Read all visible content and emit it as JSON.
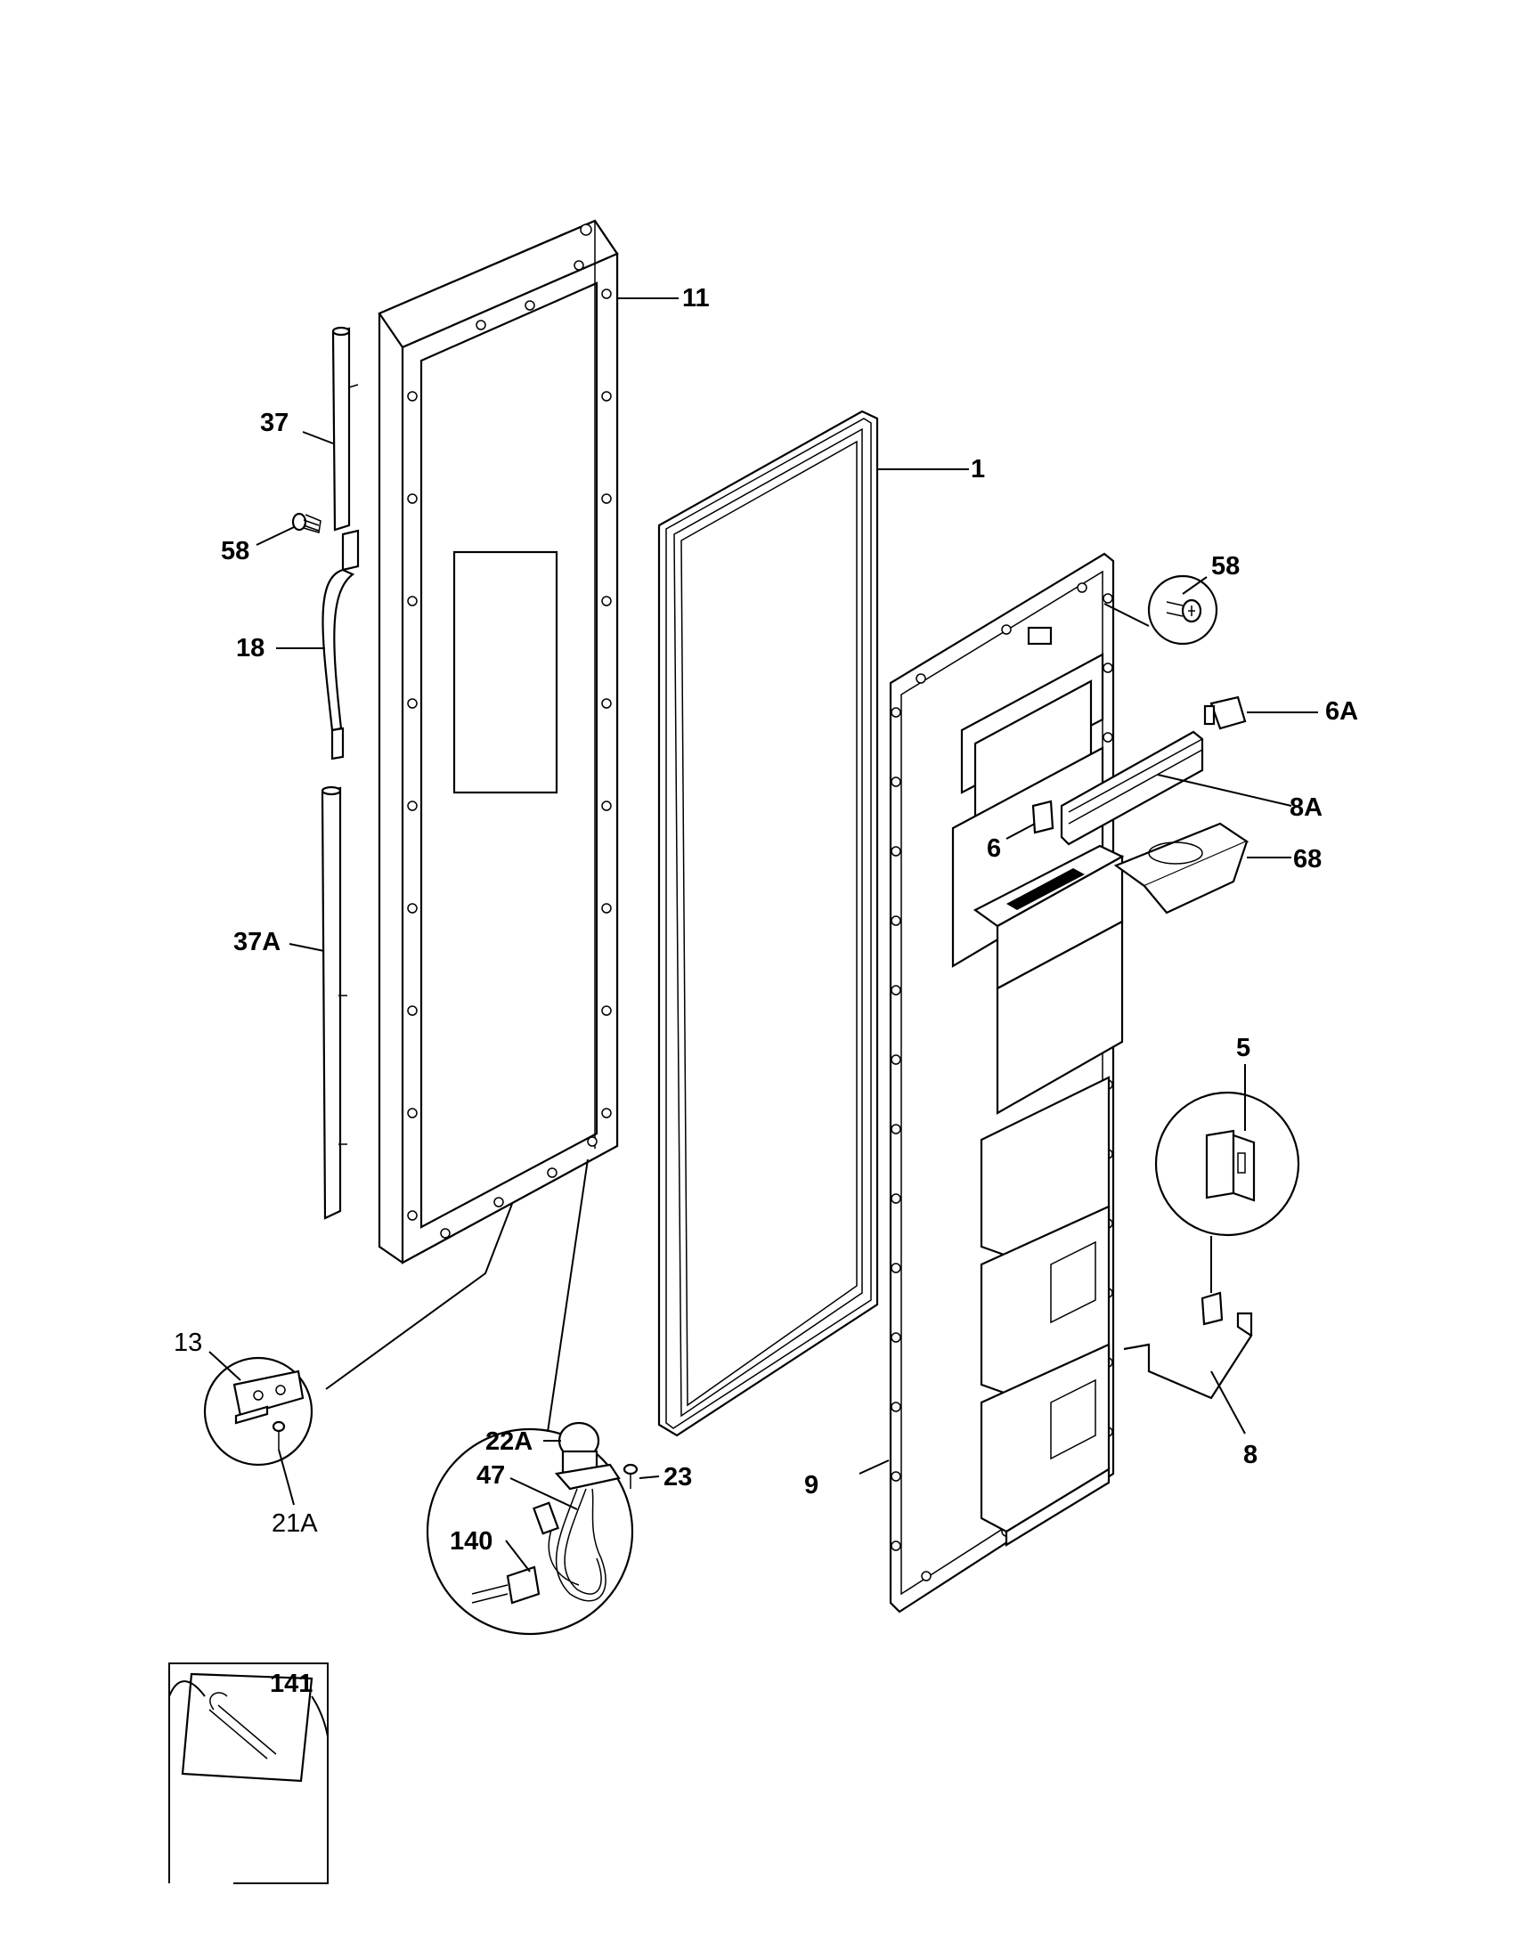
{
  "diagram": {
    "labels": {
      "l11": "11",
      "l1": "1",
      "l37": "37",
      "l58a": "58",
      "l18": "18",
      "l37a": "37A",
      "l58b": "58",
      "l6a": "6A",
      "l8a": "8A",
      "l6": "6",
      "l68": "68",
      "l5": "5",
      "l13": "13",
      "l21a": "21A",
      "l22a": "22A",
      "l47": "47",
      "l23": "23",
      "l140": "140",
      "l9": "9",
      "l8": "8",
      "l141": "141"
    }
  }
}
